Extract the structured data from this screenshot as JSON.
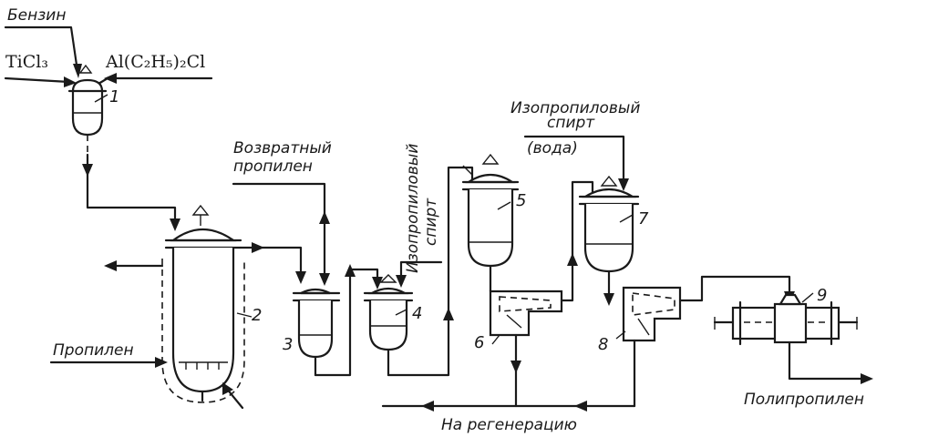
{
  "inputs": {
    "benzin": "Бензин",
    "ticl3": "TiCl₃",
    "ai_alkyl": "Al(C₂H₅)₂Cl",
    "propylene": "Пропилен",
    "return_propylene_1": "Возвратный",
    "return_propylene_2": "пропилен",
    "ipa_1": "Изопропиловый",
    "ipa_2": "спирт",
    "ipa2_1": "Изопропиловый",
    "ipa2_2": "спирт",
    "water": "(вода)"
  },
  "outputs": {
    "regeneration": "На регенерацию",
    "polypropylene": "Полипропилен"
  },
  "units": {
    "u1": "1",
    "u2": "2",
    "u3": "3",
    "u4": "4",
    "u5": "5",
    "u6": "6",
    "u7": "7",
    "u8": "8",
    "u9": "9"
  }
}
